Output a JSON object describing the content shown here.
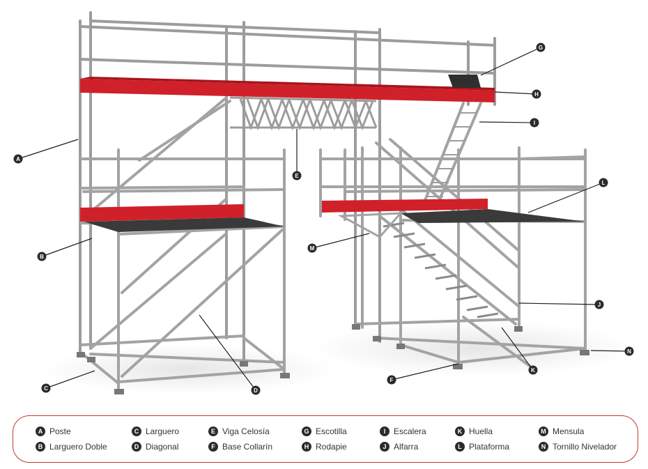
{
  "legend": [
    {
      "key": "A",
      "label": "Poste"
    },
    {
      "key": "B",
      "label": "Larguero Doble"
    },
    {
      "key": "C",
      "label": "Larguero"
    },
    {
      "key": "D",
      "label": "Diagonal"
    },
    {
      "key": "E",
      "label": "Viga Celosía"
    },
    {
      "key": "F",
      "label": "Base Collarín"
    },
    {
      "key": "G",
      "label": "Escotilla"
    },
    {
      "key": "H",
      "label": "Rodapie"
    },
    {
      "key": "I",
      "label": "Escalera"
    },
    {
      "key": "J",
      "label": "Alfarra"
    },
    {
      "key": "K",
      "label": "Huella"
    },
    {
      "key": "L",
      "label": "Plataforma"
    },
    {
      "key": "M",
      "label": "Mensula"
    },
    {
      "key": "N",
      "label": "Tornillo Nivelador"
    }
  ],
  "colors": {
    "steel": "#a9a9a9",
    "steel_dark": "#6f6f6f",
    "toeboard": "#d0202a",
    "deck": "#3a3a3a",
    "badge": "#2b2b2b",
    "border": "#c0392b"
  }
}
